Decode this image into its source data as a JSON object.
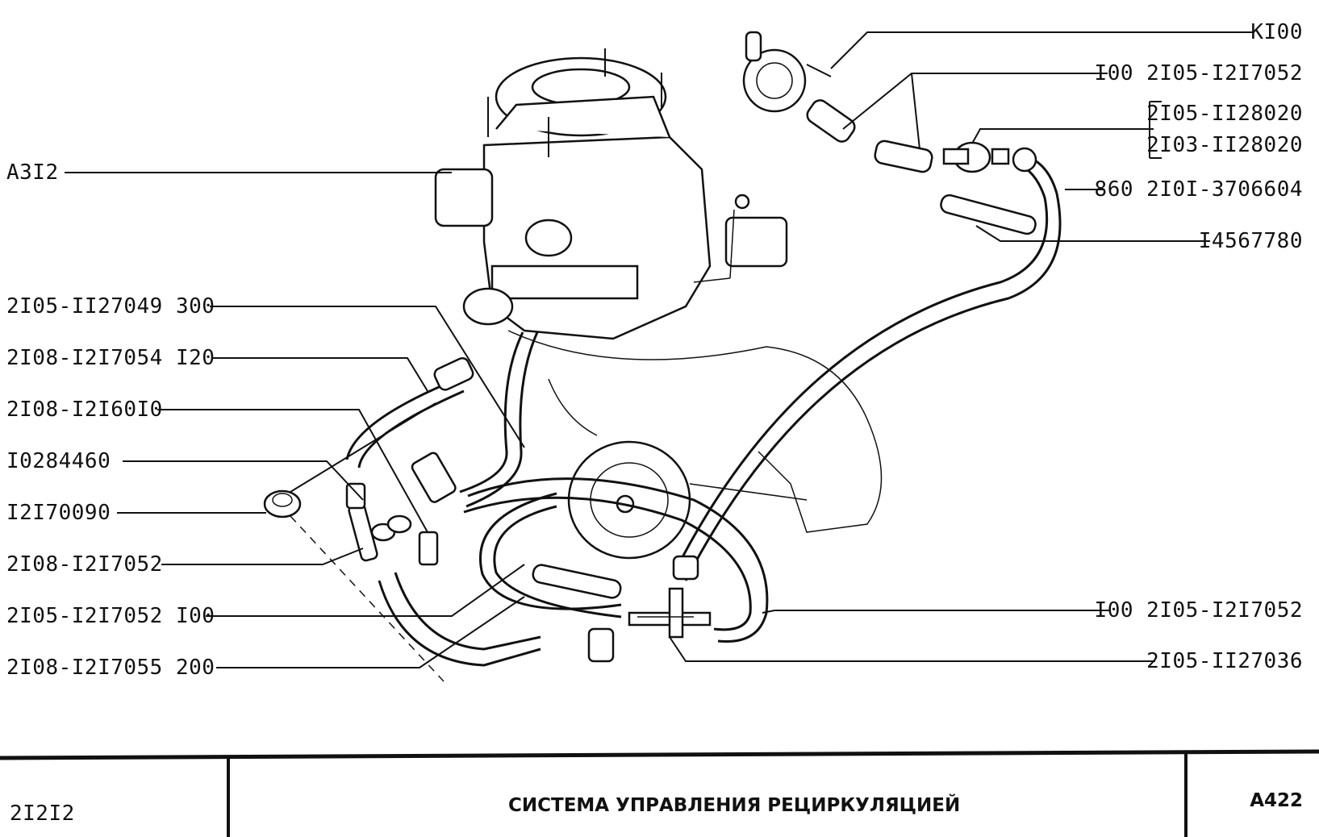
{
  "labels": {
    "a312": "A3I2",
    "l_2105_11127049_300": "2I05-II27049 300",
    "l_2108_1217054_120": "2I08-I2I7054 I20",
    "l_2108_1216010": "2I08-I2I60I0",
    "l_10284460": "I0284460",
    "l_12170090": "I2I70090",
    "l_2108_1217052": "2I08-I2I7052",
    "l_2105_1217052_100": "2I05-I2I7052 I00",
    "l_2108_1217055_200": "2I08-I2I7055 200",
    "k100": "KI00",
    "r_100_2105_1217052_top": "I00 2I05-I2I7052",
    "r_2105_1128020": "2I05-II28020",
    "r_2103_1128020": "2I03-II28020",
    "r_860_2101_3706604": "860 2I0I-3706604",
    "r_14567780": "I4567780",
    "r_100_2105_1217052_bottom": "I00 2I05-I2I7052",
    "r_2105_1127036": "2I05-II27036"
  },
  "title_block": {
    "model": "2I2I2",
    "title": "СИСТЕМА УПРАВЛЕНИЯ РЕЦИРКУЛЯЦИЕЙ",
    "sheet": "A422"
  }
}
